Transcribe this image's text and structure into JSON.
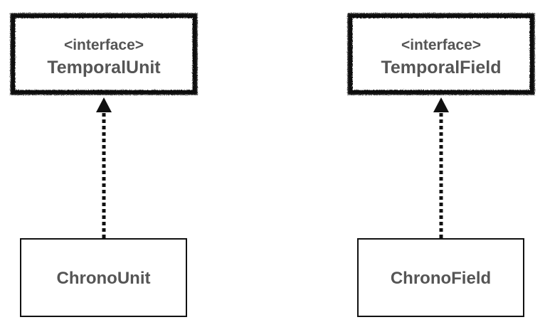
{
  "diagram": {
    "interfaces": [
      {
        "stereotype": "<interface>",
        "name": "TemporalUnit"
      },
      {
        "stereotype": "<interface>",
        "name": "TemporalField"
      }
    ],
    "classes": [
      {
        "name": "ChronoUnit"
      },
      {
        "name": "ChronoField"
      }
    ],
    "relations": [
      {
        "from": "ChronoUnit",
        "to": "TemporalUnit",
        "type": "realization"
      },
      {
        "from": "ChronoField",
        "to": "TemporalField",
        "type": "realization"
      }
    ]
  }
}
